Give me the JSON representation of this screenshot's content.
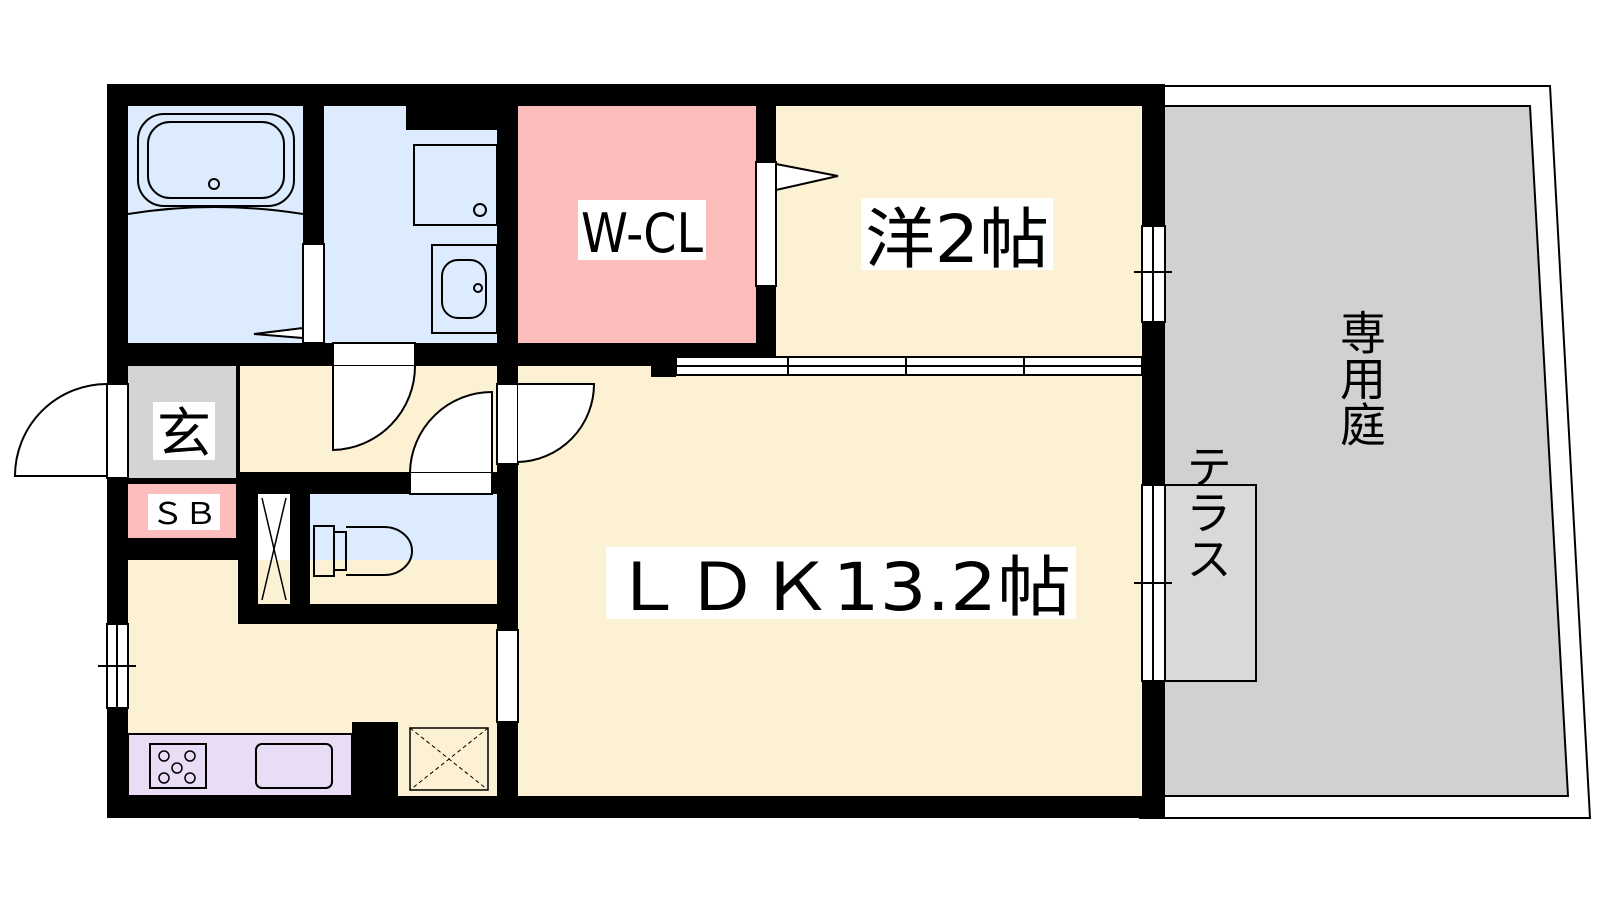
{
  "floor_plan": {
    "rooms": {
      "wcl": {
        "label": "W-CL"
      },
      "western_room": {
        "label": "洋2帖"
      },
      "ldk": {
        "label": "ＬＤＫ13.2帖"
      },
      "entrance": {
        "label": "玄"
      },
      "shoe_box": {
        "label": "ＳＢ"
      },
      "terrace": {
        "label": "テラス"
      },
      "private_garden": {
        "label": "専用庭"
      }
    },
    "colors": {
      "wall": "#000000",
      "floor_wood": "#fcf1d2",
      "wet_area": "#dcebfd",
      "closet": "#fdbdbd",
      "shoe_box": "#fdbdbd",
      "entrance": "#d4d4d4",
      "kitchen": "#e9dcf5",
      "garden": "#d1d1d1",
      "terrace": "#d9d9d9"
    }
  }
}
